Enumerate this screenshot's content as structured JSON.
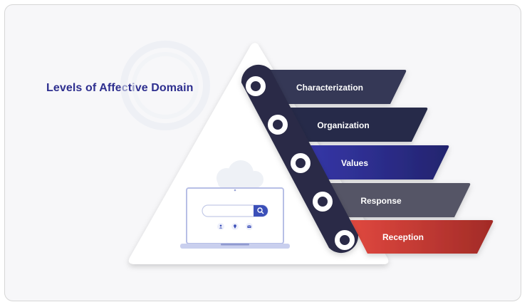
{
  "title": "Levels of Affective Domain",
  "levels": [
    {
      "label": "Characterization",
      "color": "#353756"
    },
    {
      "label": "Organization",
      "color": "#262a48"
    },
    {
      "label": "Values",
      "color": "#2e2f92"
    },
    {
      "label": "Response",
      "color": "#555566"
    },
    {
      "label": "Reception",
      "color": "#c8362f"
    }
  ],
  "icons": [
    "search-icon",
    "user-icon",
    "location-pin-icon",
    "mail-icon"
  ]
}
